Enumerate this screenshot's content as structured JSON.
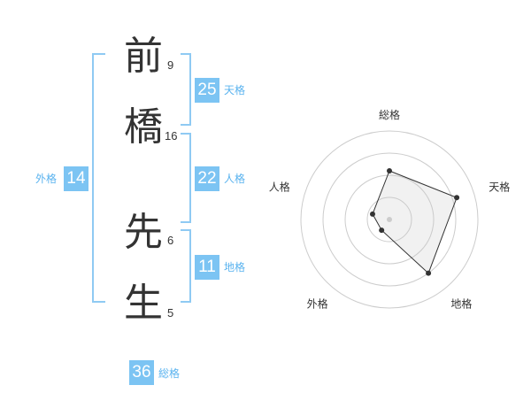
{
  "name": {
    "chars": [
      {
        "char": "前",
        "strokes": "9"
      },
      {
        "char": "橋",
        "strokes": "16"
      },
      {
        "char": "先",
        "strokes": "6"
      },
      {
        "char": "生",
        "strokes": "5"
      }
    ]
  },
  "fortunes": {
    "tenkaku": {
      "value": "25",
      "label": "天格"
    },
    "jinkaku": {
      "value": "22",
      "label": "人格"
    },
    "chikaku": {
      "value": "11",
      "label": "地格"
    },
    "gaikaku": {
      "value": "14",
      "label": "外格"
    },
    "soukaku": {
      "value": "36",
      "label": "総格"
    }
  },
  "colors": {
    "accent": "#7cc4f3",
    "bracket": "#8fcaf3",
    "text": "#333333"
  },
  "chart_data": {
    "type": "radar",
    "axes": [
      "総格",
      "天格",
      "地格",
      "外格",
      "人格"
    ],
    "values": [
      0.55,
      0.8,
      0.75,
      0.15,
      0.2
    ],
    "rings": 4,
    "range": [
      0,
      1
    ]
  }
}
